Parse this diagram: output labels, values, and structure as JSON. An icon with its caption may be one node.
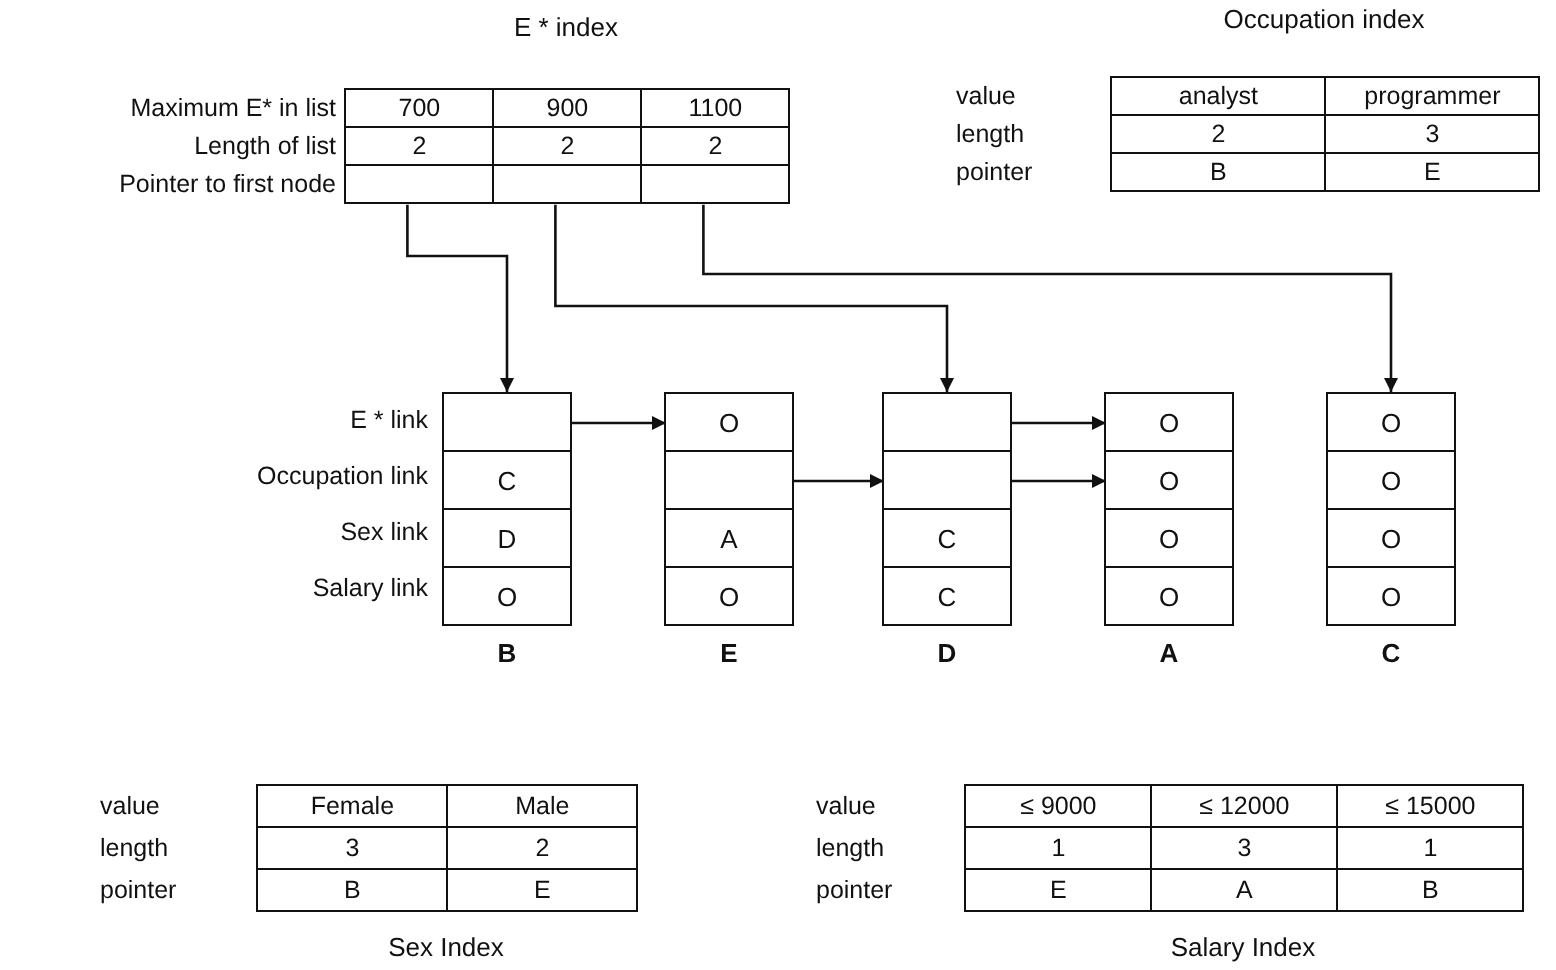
{
  "diagram": {
    "nodes": [
      {
        "text": [
          "E * index",
          "Maximum E* in list",
          "700",
          "900",
          "1100",
          "Length of list",
          "2",
          "2",
          "2",
          "Pointer to first node"
        ]
      },
      {
        "text": [],
        "shape": "box",
        "in": 0
      },
      {
        "text": [],
        "shape": "box",
        "in": 0
      },
      {
        "text": [],
        "shape": "box",
        "in": 0
      },
      {
        "text": [
          "Occupation index",
          "value",
          "analyst",
          "programmer",
          "length",
          "2",
          "3",
          "pointer",
          "B",
          "E"
        ]
      },
      {
        "text": [],
        "shape": "box",
        "beside": [
          "B"
        ]
      },
      {
        "text": [],
        "shape": "box",
        "in": 5
      },
      {
        "text": [
          "C"
        ],
        "in": 5
      },
      {
        "text": [
          "D"
        ],
        "in": 5
      },
      {
        "text": [
          "O"
        ],
        "in": 5
      },
      {
        "text": [],
        "shape": "box",
        "beside": [
          "E"
        ]
      },
      {
        "text": [
          "O"
        ],
        "in": 10
      },
      {
        "text": [],
        "shape": "box",
        "in": 10
      },
      {
        "text": [
          "A"
        ],
        "in": 10
      },
      {
        "text": [
          "O"
        ],
        "in": 10
      },
      {
        "text": [],
        "shape": "box",
        "beside": [
          "D"
        ]
      },
      {
        "text": [],
        "shape": "box",
        "in": 15
      },
      {
        "text": [],
        "shape": "box",
        "in": 15
      },
      {
        "text": [
          "C"
        ],
        "in": 15
      },
      {
        "text": [
          "C"
        ],
        "in": 15
      },
      {
        "text": [],
        "shape": "box",
        "beside": [
          "A"
        ]
      },
      {
        "text": [
          "O"
        ],
        "in": 20
      },
      {
        "text": [
          "O"
        ],
        "in": 20
      },
      {
        "text": [
          "O"
        ],
        "in": 20
      },
      {
        "text": [
          "O"
        ],
        "in": 20
      },
      {
        "text": [],
        "shape": "box",
        "beside": [
          "C"
        ]
      },
      {
        "text": [
          "O"
        ],
        "in": 25
      },
      {
        "text": [
          "O"
        ],
        "in": 25
      },
      {
        "text": [
          "O"
        ],
        "in": 25
      },
      {
        "text": [
          "O"
        ],
        "in": 25
      },
      {
        "text": [
          "value",
          "Female",
          "Male",
          "length",
          "3",
          "2",
          "pointer",
          "B",
          "E",
          "Sex Index"
        ]
      },
      {
        "text": [
          "value",
          "≤ 9000",
          "≤ 12000",
          "≤ 15000",
          "length",
          "1",
          "3",
          "1",
          "pointer",
          "E",
          "A",
          "B",
          "Salary Index"
        ]
      }
    ],
    "edges": [
      {
        "from": 1,
        "to": 5,
        "arrow": "to"
      },
      {
        "from": 2,
        "to": 15,
        "arrow": "to"
      },
      {
        "from": 3,
        "to": 25,
        "arrow": "to"
      },
      {
        "from": 6,
        "to": 11,
        "arrow": "to"
      },
      {
        "from": 12,
        "to": 17,
        "arrow": "to"
      },
      {
        "from": 16,
        "to": 21,
        "arrow": "to"
      },
      {
        "from": 17,
        "to": 22,
        "arrow": "to"
      }
    ],
    "labels": [
      "E * link",
      "Occupation link",
      "Sex link",
      "Salary link"
    ]
  }
}
